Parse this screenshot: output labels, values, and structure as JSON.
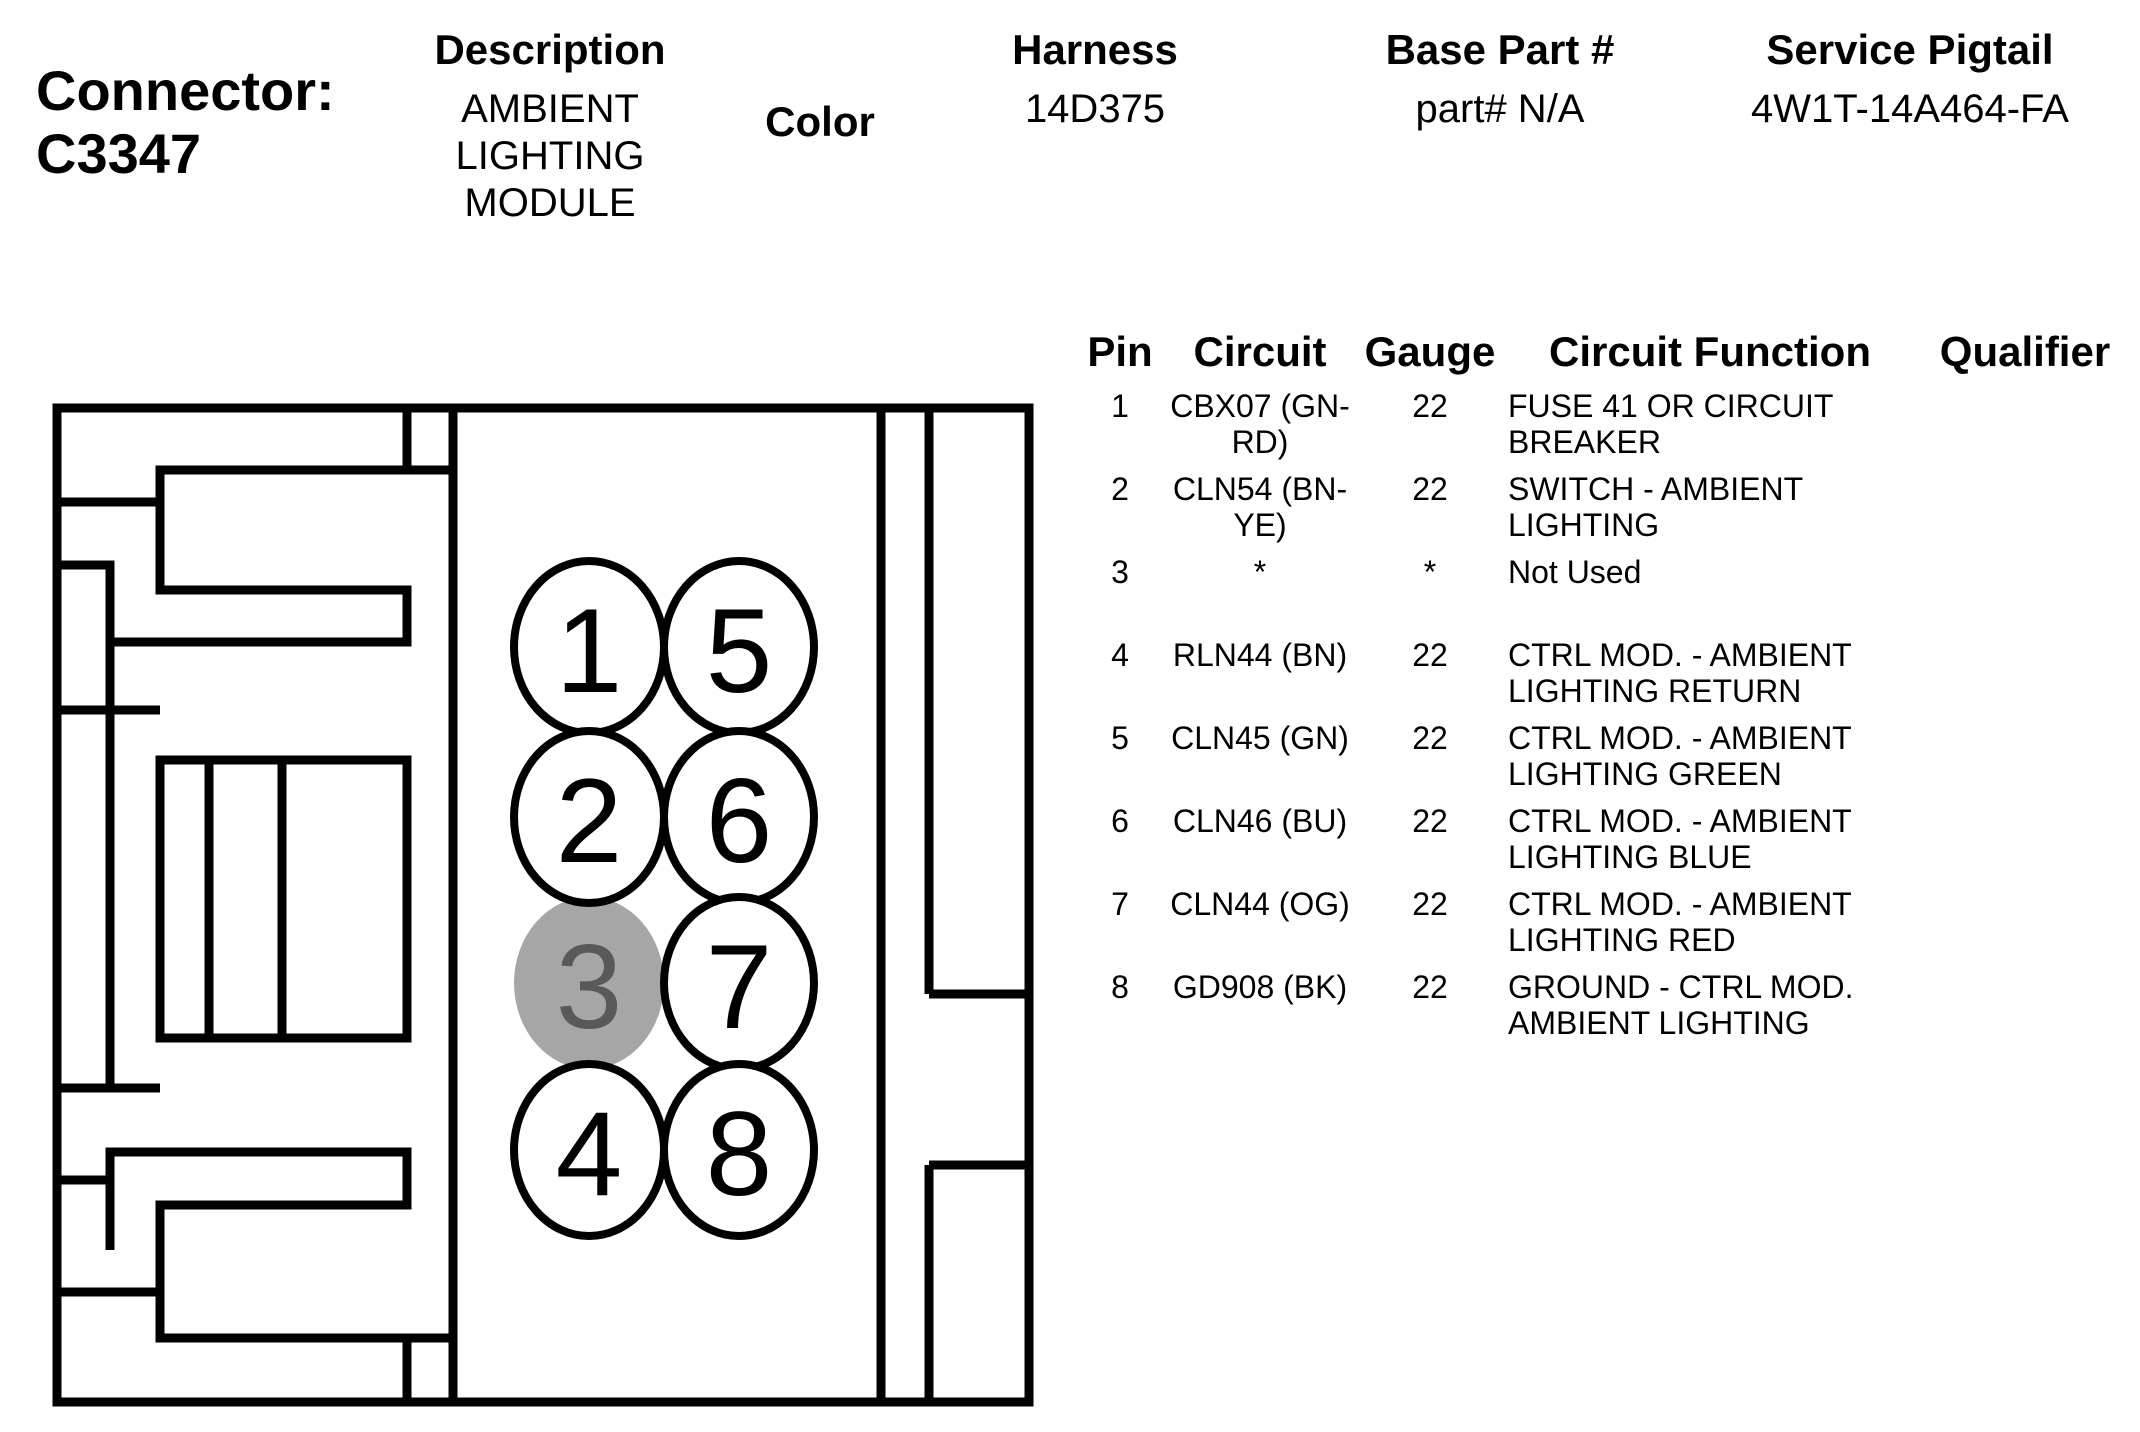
{
  "header": {
    "connector_label": "Connector:",
    "connector_id": "C3347",
    "description_label": "Description",
    "description_lines": [
      "AMBIENT",
      "LIGHTING",
      "MODULE"
    ],
    "color_label": "Color",
    "harness_label": "Harness",
    "harness_value": "14D375",
    "base_part_label": "Base Part #",
    "base_part_value": "part# N/A",
    "service_pigtail_label": "Service Pigtail",
    "service_pigtail_value": "4W1T-14A464-FA"
  },
  "table": {
    "headers": [
      "Pin",
      "Circuit",
      "Gauge",
      "Circuit Function",
      "Qualifier"
    ],
    "rows": [
      {
        "pin": "1",
        "circuit": [
          "CBX07 (GN-",
          "RD)"
        ],
        "gauge": "22",
        "function": [
          "FUSE 41 OR CIRCUIT",
          "BREAKER"
        ],
        "qualifier": ""
      },
      {
        "pin": "2",
        "circuit": [
          "CLN54 (BN-",
          "YE)"
        ],
        "gauge": "22",
        "function": [
          "SWITCH - AMBIENT",
          "LIGHTING"
        ],
        "qualifier": ""
      },
      {
        "pin": "3",
        "circuit": [
          "*"
        ],
        "gauge": "*",
        "function": [
          "Not Used"
        ],
        "qualifier": ""
      },
      {
        "pin": "4",
        "circuit": [
          "RLN44 (BN)"
        ],
        "gauge": "22",
        "function": [
          "CTRL MOD. - AMBIENT",
          "LIGHTING RETURN"
        ],
        "qualifier": ""
      },
      {
        "pin": "5",
        "circuit": [
          "CLN45 (GN)"
        ],
        "gauge": "22",
        "function": [
          "CTRL MOD. - AMBIENT",
          "LIGHTING GREEN"
        ],
        "qualifier": ""
      },
      {
        "pin": "6",
        "circuit": [
          "CLN46 (BU)"
        ],
        "gauge": "22",
        "function": [
          "CTRL MOD. - AMBIENT",
          "LIGHTING BLUE"
        ],
        "qualifier": ""
      },
      {
        "pin": "7",
        "circuit": [
          "CLN44 (OG)"
        ],
        "gauge": "22",
        "function": [
          "CTRL MOD. - AMBIENT",
          "LIGHTING RED"
        ],
        "qualifier": ""
      },
      {
        "pin": "8",
        "circuit": [
          "GD908 (BK)"
        ],
        "gauge": "22",
        "function": [
          "GROUND - CTRL MOD.",
          "AMBIENT LIGHTING"
        ],
        "qualifier": ""
      }
    ]
  },
  "connector": {
    "pins": [
      {
        "num": "1",
        "used": true
      },
      {
        "num": "2",
        "used": true
      },
      {
        "num": "3",
        "used": false
      },
      {
        "num": "4",
        "used": true
      },
      {
        "num": "5",
        "used": true
      },
      {
        "num": "6",
        "used": true
      },
      {
        "num": "7",
        "used": true
      },
      {
        "num": "8",
        "used": true
      }
    ],
    "unused_fill": "#a6a6a6",
    "unused_text": "#595959"
  }
}
